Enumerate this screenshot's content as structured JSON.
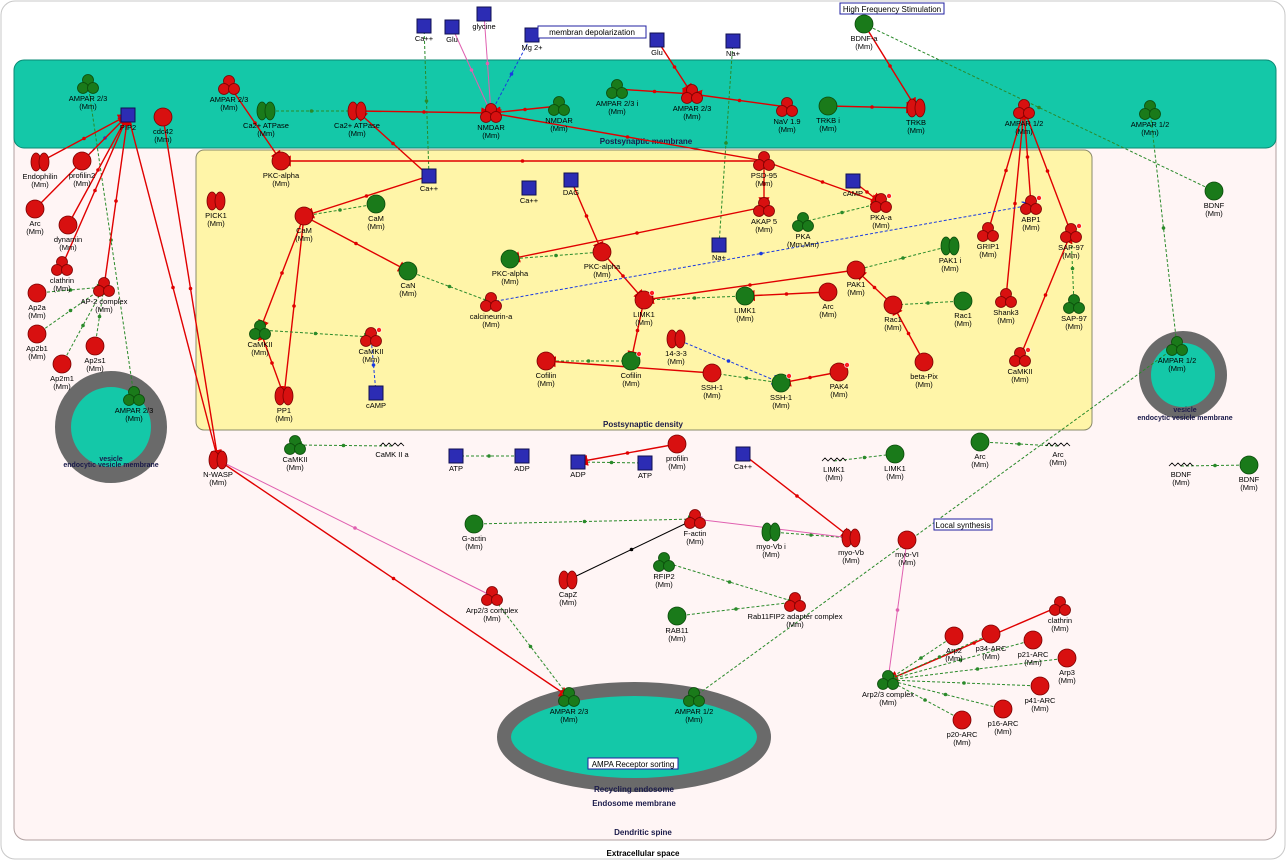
{
  "compartments": {
    "extracellular": "Extracellular space",
    "spine": "Dendritic spine",
    "membrane": "Postsynaptic membrane",
    "density": "Postsynaptic density",
    "endocytic_left": "endocytic vesicle membrane",
    "vesicle_left": "vesicle",
    "endocytic_right": "endocytic vesicle membrane",
    "vesicle_right": "vesicle",
    "recycling": "Recycling endosome",
    "endosome_membrane": "Endosome membrane"
  },
  "labels": {
    "high_freq": "High Frequency Stimulation",
    "membran_depol": "membran depolarization",
    "local_synthesis": "Local synthesis",
    "ampa_sorting": "AMPA Receptor sorting"
  },
  "colors": {
    "membrane": "#14c8a8",
    "density": "#fff5a8",
    "spine_bg": "#fff5f5",
    "protein_red": "#d81010",
    "protein_green": "#1a7a1a",
    "small_molecule": "#2c2cb4",
    "edge_red": "#e00000",
    "edge_green": "#2a8a2a",
    "edge_pink": "#e060b0",
    "edge_blue": "#1a3ae0",
    "vesicle_ring": "#6a6a6a"
  },
  "nodes": [
    {
      "id": "ca_top",
      "name": "Ca++",
      "shape": "sq"
    },
    {
      "id": "glu1",
      "name": "Glu",
      "shape": "sq"
    },
    {
      "id": "glycine",
      "name": "glycine",
      "shape": "sq"
    },
    {
      "id": "mg",
      "name": "Mg 2+",
      "shape": "sq"
    },
    {
      "id": "glu2",
      "name": "Glu",
      "shape": "sq"
    },
    {
      "id": "na_top",
      "name": "Na+",
      "shape": "sq"
    },
    {
      "id": "bdnf_a",
      "name": "BDNF-a",
      "sub": "(Mm)",
      "shape": "g1"
    },
    {
      "id": "ampar23_m",
      "name": "AMPAR 2/3",
      "sub": "(Mm)",
      "shape": "g3"
    },
    {
      "id": "ampar23_r",
      "name": "AMPAR 2/3",
      "sub": "(Mm)",
      "shape": "r3"
    },
    {
      "id": "pip2",
      "name": "PIP2",
      "shape": "sq"
    },
    {
      "id": "cdc42",
      "name": "cdc42",
      "sub": "(Mm)",
      "shape": "r1"
    },
    {
      "id": "ca2atp_i",
      "name": "Ca2+ ATPase",
      "sub": "(Mm)",
      "shape": "g2"
    },
    {
      "id": "ca2atp",
      "name": "Ca2+ ATPase",
      "sub": "(Mm)",
      "shape": "r2"
    },
    {
      "id": "nmdar_r",
      "name": "NMDAR",
      "sub": "(Mm)",
      "shape": "r3"
    },
    {
      "id": "nmdar_g",
      "name": "NMDAR",
      "sub": "(Mm)",
      "shape": "g3"
    },
    {
      "id": "ampar23i",
      "name": "AMPAR 2/3 i",
      "sub": "(Mm)",
      "shape": "g3"
    },
    {
      "id": "ampar23_r2",
      "name": "AMPAR 2/3",
      "sub": "(Mm)",
      "shape": "r3"
    },
    {
      "id": "nav19",
      "name": "NaV 1.9",
      "sub": "(Mm)",
      "shape": "r3"
    },
    {
      "id": "trkbi",
      "name": "TRKB i",
      "sub": "(Mm)",
      "shape": "g1"
    },
    {
      "id": "trkb",
      "name": "TRKB",
      "sub": "(Mm)",
      "shape": "r2"
    },
    {
      "id": "ampar12_r",
      "name": "AMPAR 1/2",
      "sub": "(Mm)",
      "shape": "r3"
    },
    {
      "id": "ampar12_g",
      "name": "AMPAR 1/2",
      "sub": "(Mm)",
      "shape": "g3"
    },
    {
      "id": "endophilin",
      "name": "Endophilin",
      "sub": "(Mm)",
      "shape": "r2"
    },
    {
      "id": "profilin2",
      "name": "profilin2",
      "sub": "(Mm)",
      "shape": "r1"
    },
    {
      "id": "arc_l",
      "name": "Arc",
      "sub": "(Mm)",
      "shape": "r1"
    },
    {
      "id": "dynamin",
      "name": "dynamin",
      "sub": "(Mm)",
      "shape": "r1"
    },
    {
      "id": "clathrin_l",
      "name": "clathrin",
      "sub": "(Mm)",
      "shape": "r3"
    },
    {
      "id": "ap2a",
      "name": "Ap2a",
      "sub": "(Mm)",
      "shape": "r1"
    },
    {
      "id": "ap2complex",
      "name": "AP-2 complex",
      "sub": "(Mm)",
      "shape": "r3"
    },
    {
      "id": "ap2b1",
      "name": "Ap2b1",
      "sub": "(Mm)",
      "shape": "r1"
    },
    {
      "id": "ap2s1",
      "name": "Ap2s1",
      "sub": "(Mm)",
      "shape": "r1"
    },
    {
      "id": "ap2m1",
      "name": "Ap2m1",
      "sub": "(Mm)",
      "shape": "r1"
    },
    {
      "id": "ampar23_ves",
      "name": "AMPAR 2/3",
      "sub": "(Mm)",
      "shape": "g3"
    },
    {
      "id": "pkc_mem",
      "name": "PKC-alpha",
      "sub": "(Mm)",
      "shape": "r1"
    },
    {
      "id": "pick1",
      "name": "PICK1",
      "sub": "(Mm)",
      "shape": "r2"
    },
    {
      "id": "ca_psd",
      "name": "Ca++",
      "shape": "sq"
    },
    {
      "id": "cam_r",
      "name": "CaM",
      "sub": "(Mm)",
      "shape": "r1"
    },
    {
      "id": "cam_g",
      "name": "CaM",
      "sub": "(Mm)",
      "shape": "g1"
    },
    {
      "id": "ca_psd2",
      "name": "Ca++",
      "shape": "sq"
    },
    {
      "id": "dag",
      "name": "DAG",
      "shape": "sq"
    },
    {
      "id": "psd95",
      "name": "PSD-95",
      "sub": "(Mm)",
      "shape": "r3"
    },
    {
      "id": "camp1",
      "name": "cAMP",
      "shape": "sq"
    },
    {
      "id": "akap5",
      "name": "AKAP 5",
      "sub": "(Mm)",
      "shape": "r3"
    },
    {
      "id": "pka",
      "name": "PKA",
      "sub": "(Mm,Mm)",
      "shape": "g3"
    },
    {
      "id": "pka_a",
      "name": "PKA-a",
      "sub": "(Mm)",
      "shape": "r3d"
    },
    {
      "id": "na_psd",
      "name": "Na+",
      "shape": "sq"
    },
    {
      "id": "pkca_g",
      "name": "PKC-alpha",
      "sub": "(Mm)",
      "shape": "g1"
    },
    {
      "id": "pkca_r",
      "name": "PKC-alpha",
      "sub": "(Mm)",
      "shape": "r1"
    },
    {
      "id": "can",
      "name": "CaN",
      "sub": "(Mm)",
      "shape": "g1"
    },
    {
      "id": "calcineurin",
      "name": "calcineurin-a",
      "sub": "(Mm)",
      "shape": "r3"
    },
    {
      "id": "camkii_g",
      "name": "CaMKII",
      "sub": "(Mm)",
      "shape": "g3"
    },
    {
      "id": "camkii_r",
      "name": "CaMKII",
      "sub": "(Mm)",
      "shape": "r3d"
    },
    {
      "id": "pp1",
      "name": "PP1",
      "sub": "(Mm)",
      "shape": "r2"
    },
    {
      "id": "camp2",
      "name": "cAMP",
      "shape": "sq"
    },
    {
      "id": "limk1_r",
      "name": "LIMK1",
      "sub": "(Mm)",
      "shape": "r1d"
    },
    {
      "id": "limk1_g",
      "name": "LIMK1",
      "sub": "(Mm)",
      "shape": "g1"
    },
    {
      "id": "cofilin_r",
      "name": "Cofilin",
      "sub": "(Mm)",
      "shape": "r1"
    },
    {
      "id": "cofilin_g",
      "name": "Cofilin",
      "sub": "(Mm)",
      "shape": "g1d"
    },
    {
      "id": "p1433",
      "name": "14-3-3",
      "sub": "(Mm)",
      "shape": "r2"
    },
    {
      "id": "ssh1_r",
      "name": "SSH-1",
      "sub": "(Mm)",
      "shape": "r1"
    },
    {
      "id": "ssh1_g",
      "name": "SSH-1",
      "sub": "(Mm)",
      "shape": "g1d"
    },
    {
      "id": "pak4",
      "name": "PAK4",
      "sub": "(Mm)",
      "shape": "r1d"
    },
    {
      "id": "arc_psd",
      "name": "Arc",
      "sub": "(Mm)",
      "shape": "r1"
    },
    {
      "id": "pak1",
      "name": "PAK1",
      "sub": "(Mm)",
      "shape": "r1"
    },
    {
      "id": "pak1i",
      "name": "PAK1 i",
      "sub": "(Mm)",
      "shape": "g2"
    },
    {
      "id": "rac1_r",
      "name": "Rac1",
      "sub": "(Mm)",
      "shape": "r1"
    },
    {
      "id": "rac1_g",
      "name": "Rac1",
      "sub": "(Mm)",
      "shape": "g1"
    },
    {
      "id": "betapix",
      "name": "beta-Pix",
      "sub": "(Mm)",
      "shape": "r1"
    },
    {
      "id": "grip1",
      "name": "GRIP1",
      "sub": "(Mm)",
      "shape": "r3"
    },
    {
      "id": "abp1",
      "name": "ABP1",
      "sub": "(Mm)",
      "shape": "r3d"
    },
    {
      "id": "sap97_r",
      "name": "SAP-97",
      "sub": "(Mm)",
      "shape": "r3d"
    },
    {
      "id": "sap97_g",
      "name": "SAP-97",
      "sub": "(Mm)",
      "shape": "g3"
    },
    {
      "id": "shank3",
      "name": "Shank3",
      "sub": "(Mm)",
      "shape": "r3"
    },
    {
      "id": "camkii_r2",
      "name": "CaMKII",
      "sub": "(Mm)",
      "shape": "r3d"
    },
    {
      "id": "bdnf_r",
      "name": "BDNF",
      "sub": "(Mm)",
      "shape": "g1"
    },
    {
      "id": "ampar12_ves",
      "name": "AMPAR 1/2",
      "sub": "(Mm)",
      "shape": "g3"
    },
    {
      "id": "nwasp",
      "name": "N-WASP",
      "sub": "(Mm)",
      "shape": "r2"
    },
    {
      "id": "camkii_cyt",
      "name": "CaMKII",
      "sub": "(Mm)",
      "shape": "g3"
    },
    {
      "id": "camkii_a",
      "name": "CaMK II a",
      "shape": "mrna"
    },
    {
      "id": "atp1",
      "name": "ATP",
      "shape": "sq"
    },
    {
      "id": "adp1",
      "name": "ADP",
      "shape": "sq"
    },
    {
      "id": "adp2",
      "name": "ADP",
      "shape": "sq"
    },
    {
      "id": "atp2",
      "name": "ATP",
      "shape": "sq"
    },
    {
      "id": "profilin",
      "name": "profilin",
      "sub": "(Mm)",
      "shape": "r1"
    },
    {
      "id": "ca_cyt",
      "name": "Ca++",
      "shape": "sq"
    },
    {
      "id": "limk1_mrna",
      "name": "LIMK1",
      "sub": "(Mm)",
      "shape": "mrna"
    },
    {
      "id": "limk1_cyt",
      "name": "LIMK1",
      "sub": "(Mm)",
      "shape": "g1"
    },
    {
      "id": "arc_cyt",
      "name": "Arc",
      "sub": "(Mm)",
      "shape": "g1"
    },
    {
      "id": "arc_mrna",
      "name": "Arc",
      "sub": "(Mm)",
      "shape": "mrna"
    },
    {
      "id": "bdnf_mrna",
      "name": "BDNF",
      "sub": "(Mm)",
      "shape": "mrna"
    },
    {
      "id": "bdnf_cyt",
      "name": "BDNF",
      "sub": "(Mm)",
      "shape": "g1"
    },
    {
      "id": "gactin",
      "name": "G-actin",
      "sub": "(Mm)",
      "shape": "g1"
    },
    {
      "id": "factin",
      "name": "F-actin",
      "sub": "(Mm)",
      "shape": "r3"
    },
    {
      "id": "myovbi",
      "name": "myo-Vb i",
      "sub": "(Mm)",
      "shape": "g2"
    },
    {
      "id": "myovb",
      "name": "myo-Vb",
      "sub": "(Mm)",
      "shape": "r2"
    },
    {
      "id": "myovi",
      "name": "myo-VI",
      "sub": "(Mm)",
      "shape": "r1"
    },
    {
      "id": "rfip2",
      "name": "RFIP2",
      "sub": "(Mm)",
      "shape": "g3"
    },
    {
      "id": "rab11",
      "name": "RAB11",
      "sub": "(Mm)",
      "shape": "g1"
    },
    {
      "id": "rab11fip2",
      "name": "Rab11FIP2 adapter complex",
      "sub": "(Mm)",
      "shape": "r3"
    },
    {
      "id": "capz",
      "name": "CapZ",
      "sub": "(Mm)",
      "shape": "r2"
    },
    {
      "id": "arp23_r",
      "name": "Arp2/3 complex",
      "sub": "(Mm)",
      "shape": "r3"
    },
    {
      "id": "clathrin_r",
      "name": "clathrin",
      "sub": "(Mm)",
      "shape": "r3"
    },
    {
      "id": "arp2",
      "name": "Arp2",
      "sub": "(Mm)",
      "shape": "r1"
    },
    {
      "id": "p34arc",
      "name": "p34-ARC",
      "sub": "(Mm)",
      "shape": "r1"
    },
    {
      "id": "p21arc",
      "name": "p21-ARC",
      "sub": "(Mm)",
      "shape": "r1"
    },
    {
      "id": "arp3",
      "name": "Arp3",
      "sub": "(Mm)",
      "shape": "r1"
    },
    {
      "id": "arp23_g",
      "name": "Arp2/3 complex",
      "sub": "(Mm)",
      "shape": "g3"
    },
    {
      "id": "p41arc",
      "name": "p41-ARC",
      "sub": "(Mm)",
      "shape": "r1"
    },
    {
      "id": "p16arc",
      "name": "p16-ARC",
      "sub": "(Mm)",
      "shape": "r1"
    },
    {
      "id": "p20arc",
      "name": "p20-ARC",
      "sub": "(Mm)",
      "shape": "r1"
    },
    {
      "id": "ampar23_end",
      "name": "AMPAR 2/3",
      "sub": "(Mm)",
      "shape": "g3"
    },
    {
      "id": "ampar12_end",
      "name": "AMPAR 1/2",
      "sub": "(Mm)",
      "shape": "g3"
    }
  ],
  "edges": [
    [
      "glu1",
      "nmdar_r",
      "pink"
    ],
    [
      "glycine",
      "nmdar_r",
      "pink"
    ],
    [
      "mg",
      "nmdar_r",
      "blue"
    ],
    [
      "ca_top",
      "ca_psd",
      "green"
    ],
    [
      "glu2",
      "ampar23_r2",
      "red"
    ],
    [
      "ampar23i",
      "ampar23_r2",
      "red"
    ],
    [
      "na_top",
      "na_psd",
      "green"
    ],
    [
      "nav19",
      "ampar23_r2",
      "red"
    ],
    [
      "bdnf_a",
      "trkb",
      "red"
    ],
    [
      "trkbi",
      "trkb",
      "red"
    ],
    [
      "ampar23_m",
      "ampar23_ves",
      "green"
    ],
    [
      "ampar23_r",
      "pkc_mem",
      "red"
    ],
    [
      "ca2atp_i",
      "ca2atp",
      "green"
    ],
    [
      "ca2atp",
      "nmdar_r",
      "red"
    ],
    [
      "nmdar_g",
      "nmdar_r",
      "red"
    ],
    [
      "ca_psd",
      "cam_r",
      "red"
    ],
    [
      "ca_psd",
      "ca2atp",
      "red"
    ],
    [
      "cam_g",
      "cam_r",
      "green"
    ],
    [
      "cam_r",
      "camkii_g",
      "red"
    ],
    [
      "cam_r",
      "can",
      "red"
    ],
    [
      "cam_r",
      "pp1",
      "red"
    ],
    [
      "can",
      "calcineurin",
      "green"
    ],
    [
      "camkii_g",
      "camkii_r",
      "green"
    ],
    [
      "camp2",
      "camkii_r",
      "blue"
    ],
    [
      "pp1",
      "camkii_g",
      "red"
    ],
    [
      "psd95",
      "akap5",
      "red"
    ],
    [
      "psd95",
      "pka_a",
      "red"
    ],
    [
      "psd95",
      "nmdar_r",
      "red"
    ],
    [
      "psd95",
      "pkc_mem",
      "red"
    ],
    [
      "camp1",
      "pka_a",
      "red"
    ],
    [
      "pka",
      "pka_a",
      "green"
    ],
    [
      "akap5",
      "pkca_g",
      "red"
    ],
    [
      "pkca_g",
      "pkca_r",
      "green"
    ],
    [
      "dag",
      "pkca_r",
      "red"
    ],
    [
      "pkca_r",
      "limk1_r",
      "red"
    ],
    [
      "limk1_g",
      "limk1_r",
      "green"
    ],
    [
      "limk1_r",
      "cofilin_g",
      "red"
    ],
    [
      "cofilin_r",
      "cofilin_g",
      "green"
    ],
    [
      "ssh1_r",
      "cofilin_r",
      "red"
    ],
    [
      "ssh1_g",
      "ssh1_r",
      "green"
    ],
    [
      "p1433",
      "ssh1_g",
      "blue"
    ],
    [
      "pak4",
      "ssh1_g",
      "red"
    ],
    [
      "pak1",
      "limk1_r",
      "red"
    ],
    [
      "pak1i",
      "pak1",
      "green"
    ],
    [
      "rac1_g",
      "rac1_r",
      "green"
    ],
    [
      "betapix",
      "rac1_r",
      "red"
    ],
    [
      "rac1_r",
      "pak1",
      "red"
    ],
    [
      "arc_psd",
      "limk1_g",
      "red"
    ],
    [
      "grip1",
      "ampar12_r",
      "red"
    ],
    [
      "abp1",
      "ampar12_r",
      "red"
    ],
    [
      "sap97_g",
      "sap97_r",
      "green"
    ],
    [
      "sap97_r",
      "ampar12_r",
      "red"
    ],
    [
      "shank3",
      "ampar12_r",
      "red"
    ],
    [
      "camkii_r2",
      "sap97_r",
      "red"
    ],
    [
      "ampar12_g",
      "ampar12_ves",
      "green"
    ],
    [
      "bdnf_r",
      "bdnf_a",
      "green"
    ],
    [
      "endophilin",
      "pip2",
      "red"
    ],
    [
      "profilin2",
      "pip2",
      "blue"
    ],
    [
      "arc_l",
      "pip2",
      "red"
    ],
    [
      "dynamin",
      "pip2",
      "red"
    ],
    [
      "clathrin_l",
      "pip2",
      "red"
    ],
    [
      "ap2complex",
      "pip2",
      "red"
    ],
    [
      "ap2a",
      "ap2complex",
      "green"
    ],
    [
      "ap2b1",
      "ap2complex",
      "green"
    ],
    [
      "ap2s1",
      "ap2complex",
      "green"
    ],
    [
      "ap2m1",
      "ap2complex",
      "green"
    ],
    [
      "pip2",
      "nwasp",
      "red"
    ],
    [
      "cdc42",
      "nwasp",
      "red"
    ],
    [
      "nwasp",
      "arp23_r",
      "pink"
    ],
    [
      "nwasp",
      "ampar23_end",
      "red"
    ],
    [
      "camkii_a",
      "camkii_cyt",
      "green"
    ],
    [
      "atp1",
      "adp1",
      "green"
    ],
    [
      "atp2",
      "adp2",
      "green"
    ],
    [
      "profilin",
      "adp2",
      "red"
    ],
    [
      "ca_cyt",
      "myovb",
      "red"
    ],
    [
      "myovbi",
      "myovb",
      "green"
    ],
    [
      "myovb",
      "factin",
      "pink"
    ],
    [
      "myovi",
      "arp23_g",
      "pink"
    ],
    [
      "clathrin_r",
      "arp23_g",
      "red"
    ],
    [
      "rfip2",
      "rab11fip2",
      "green"
    ],
    [
      "rab11",
      "rab11fip2",
      "green"
    ],
    [
      "gactin",
      "factin",
      "green"
    ],
    [
      "capz",
      "factin",
      "black"
    ],
    [
      "arp2",
      "arp23_g",
      "green"
    ],
    [
      "p34arc",
      "arp23_g",
      "green"
    ],
    [
      "p21arc",
      "arp23_g",
      "green"
    ],
    [
      "arp3",
      "arp23_g",
      "green"
    ],
    [
      "p41arc",
      "arp23_g",
      "green"
    ],
    [
      "p16arc",
      "arp23_g",
      "green"
    ],
    [
      "p20arc",
      "arp23_g",
      "green"
    ],
    [
      "limk1_mrna",
      "limk1_cyt",
      "green"
    ],
    [
      "arc_mrna",
      "arc_cyt",
      "green"
    ],
    [
      "bdnf_mrna",
      "bdnf_cyt",
      "green"
    ],
    [
      "arp23_r",
      "ampar23_end",
      "green"
    ],
    [
      "ampar12_end",
      "ampar12_ves",
      "green"
    ],
    [
      "calcineurin",
      "abp1",
      "blue"
    ]
  ]
}
